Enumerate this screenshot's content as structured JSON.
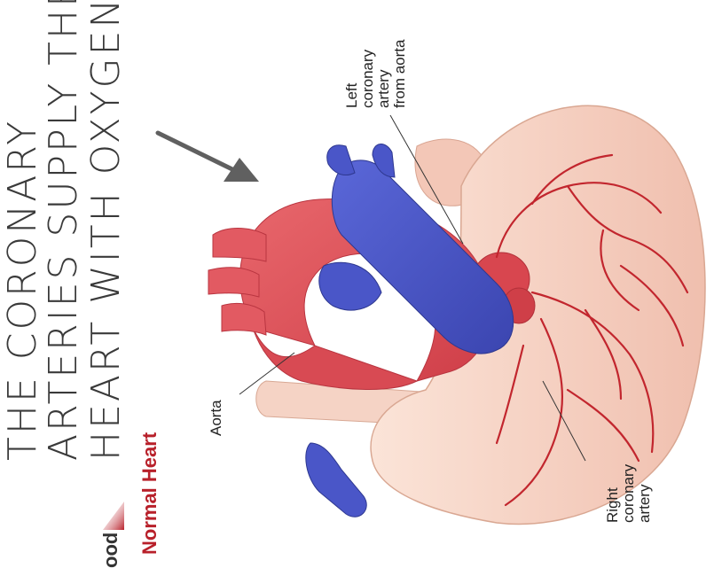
{
  "title": {
    "line1": "THE CORONARY",
    "line2": "ARTERIES SUPPLY THE",
    "line3": "HEART WITH OXYGEN"
  },
  "header": {
    "section_label": "Normal Heart",
    "cut_label": "ood"
  },
  "labels": {
    "aorta": "Aorta",
    "left_coronary": [
      "Left",
      "coronary",
      "artery",
      "from aorta"
    ],
    "right_coronary": [
      "Right",
      "coronary",
      "artery"
    ]
  },
  "colors": {
    "heart": "#f6cdbd",
    "aorta": "#e0525a",
    "vein": "#4a56c8",
    "artery_line": "#c2262e",
    "arrow": "#606060",
    "header_red": "#b8202a"
  }
}
